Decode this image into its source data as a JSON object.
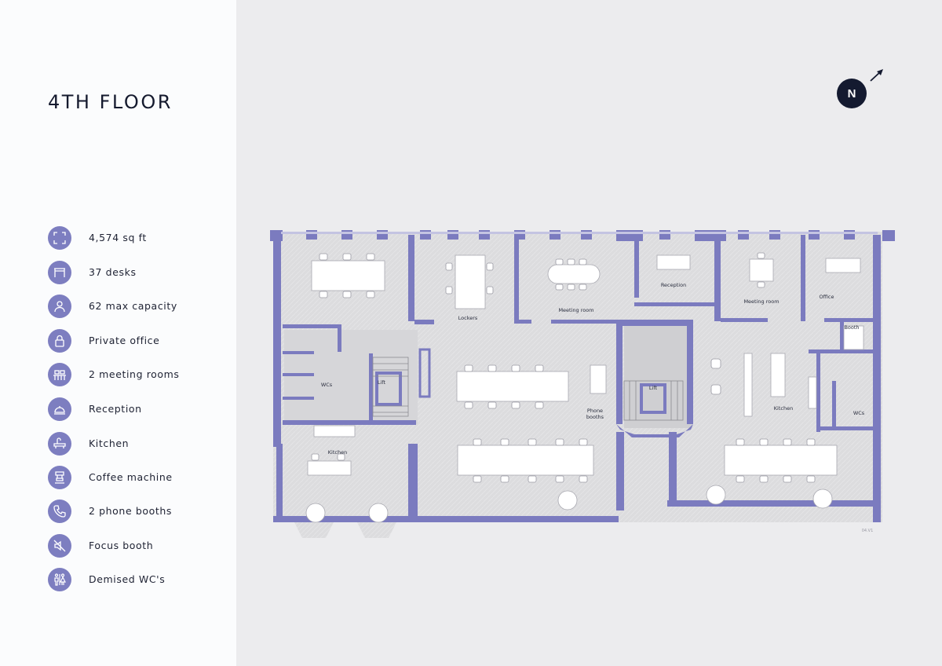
{
  "page": {
    "title": "4TH FLOOR"
  },
  "compass": {
    "letter": "N",
    "icon": "north-arrow-icon"
  },
  "features": [
    {
      "icon": "area-icon",
      "label": "4,574 sq ft"
    },
    {
      "icon": "desk-icon",
      "label": "37 desks"
    },
    {
      "icon": "person-icon",
      "label": "62 max capacity"
    },
    {
      "icon": "lock-icon",
      "label": "Private office"
    },
    {
      "icon": "meeting-table-icon",
      "label": "2 meeting rooms"
    },
    {
      "icon": "reception-bell-icon",
      "label": "Reception"
    },
    {
      "icon": "kitchen-tap-icon",
      "label": "Kitchen"
    },
    {
      "icon": "coffee-machine-icon",
      "label": "Coffee machine"
    },
    {
      "icon": "phone-icon",
      "label": "2 phone booths"
    },
    {
      "icon": "muted-speaker-icon",
      "label": "Focus booth"
    },
    {
      "icon": "wc-icon",
      "label": "Demised WC's"
    }
  ],
  "colors": {
    "accent": "#7d7ec0",
    "wall": "#7b7bbf",
    "floor": "#dcdcde",
    "dark": "#141a30"
  },
  "floorplan": {
    "rooms": {
      "lockers": "Lockers",
      "meeting_room_1": "Meeting room",
      "reception": "Reception",
      "meeting_room_2": "Meeting room",
      "office": "Office",
      "booth": "Booth",
      "wcs_left": "WCs",
      "lift_left": "Lift",
      "lift_center": "Lift",
      "phone_booths_line1": "Phone",
      "phone_booths_line2": "booths",
      "kitchen_right": "Kitchen",
      "wcs_right": "WCs",
      "kitchen_left": "Kitchen"
    },
    "plan_ref": "04.V1"
  }
}
